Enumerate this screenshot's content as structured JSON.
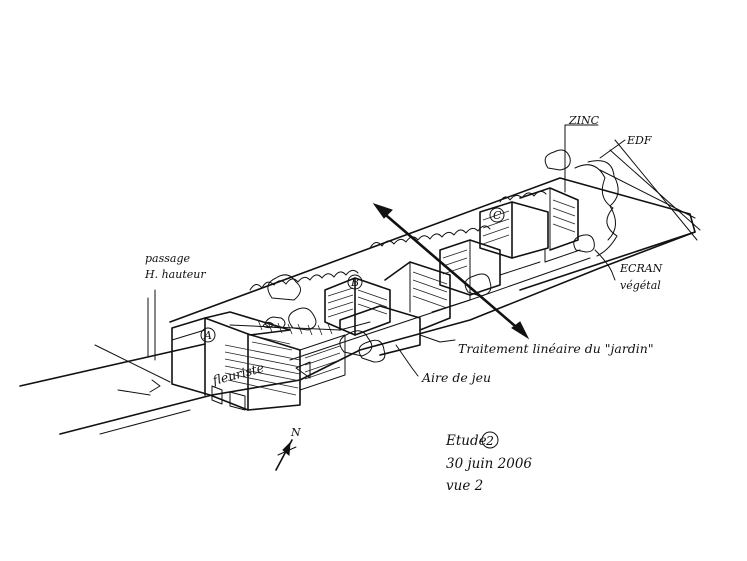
{
  "annotations": {
    "zinc": "ZINC",
    "edf": "EDF",
    "ecran_line1": "ECRAN",
    "ecran_line2": "végétal",
    "passage_line1": "passage",
    "passage_line2": "H. hauteur",
    "traitement": "Traitement linéaire du \"jardin\"",
    "aire_de_jeu": "Aire de jeu",
    "fleuriste": "fleuriste",
    "north": "N"
  },
  "building_tags": [
    "A",
    "B",
    "C"
  ],
  "title_block": {
    "line1": "Etude",
    "study_number": "2",
    "line2": "30 juin 2006",
    "line3": "vue 2"
  }
}
